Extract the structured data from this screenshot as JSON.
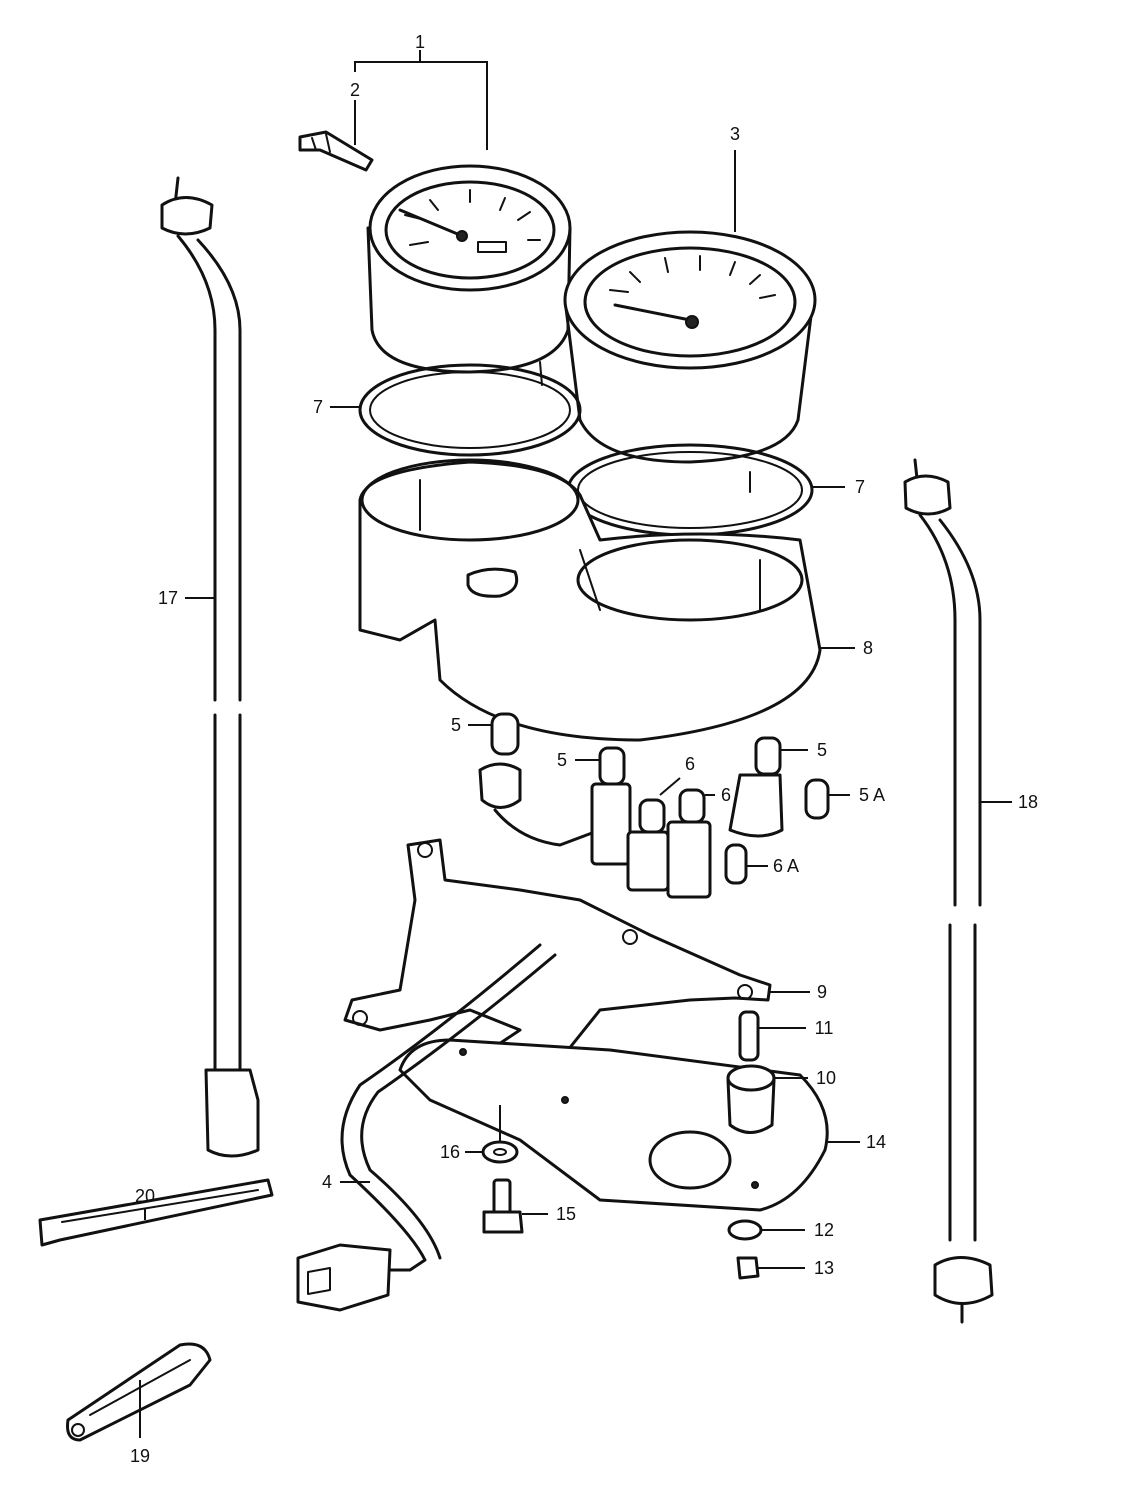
{
  "callouts": [
    {
      "label": "1"
    },
    {
      "label": "2"
    },
    {
      "label": "3"
    },
    {
      "label": "7"
    },
    {
      "label": "7"
    },
    {
      "label": "17"
    },
    {
      "label": "8"
    },
    {
      "label": "5"
    },
    {
      "label": "5"
    },
    {
      "label": "6"
    },
    {
      "label": "5"
    },
    {
      "label": "6"
    },
    {
      "label": "5 A"
    },
    {
      "label": "18"
    },
    {
      "label": "6 A"
    },
    {
      "label": "9"
    },
    {
      "label": "11"
    },
    {
      "label": "10"
    },
    {
      "label": "14"
    },
    {
      "label": "16"
    },
    {
      "label": "4"
    },
    {
      "label": "15"
    },
    {
      "label": "20"
    },
    {
      "label": "12"
    },
    {
      "label": "13"
    },
    {
      "label": "19"
    }
  ]
}
